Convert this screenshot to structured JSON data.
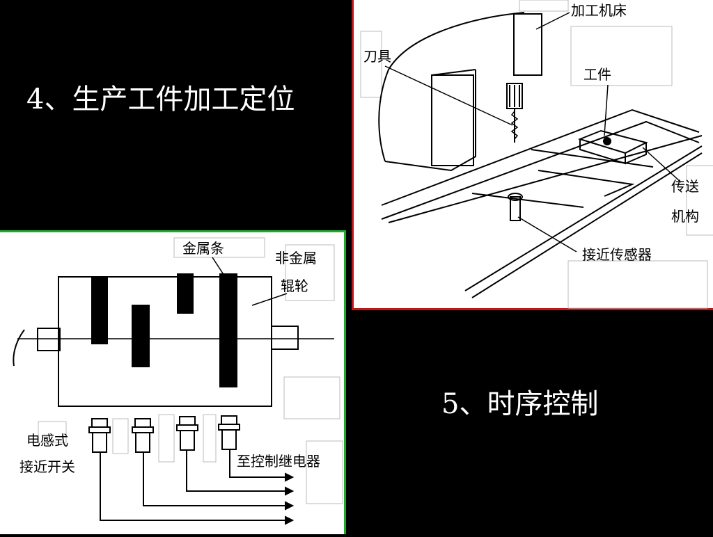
{
  "slide": {
    "heading_positioning": "4、生产工件加工定位",
    "heading_timing": "5、时序控制"
  },
  "machine_diagram": {
    "labels": {
      "machine_tool": "加工机床",
      "cutter": "刀具",
      "workpiece": "工件",
      "conveyor_1": "传送",
      "conveyor_2": "机构",
      "proximity_sensor": "接近传感器"
    }
  },
  "roller_diagram": {
    "labels": {
      "metal_strip": "金属条",
      "nonmetal_roller_1": "非金属",
      "nonmetal_roller_2": "辊轮",
      "inductive_switch_1": "电感式",
      "inductive_switch_2": "接近开关",
      "to_relay": "至控制继电器"
    }
  },
  "colors": {
    "red_border": "#c0161b",
    "green_border": "#1faa2a"
  }
}
